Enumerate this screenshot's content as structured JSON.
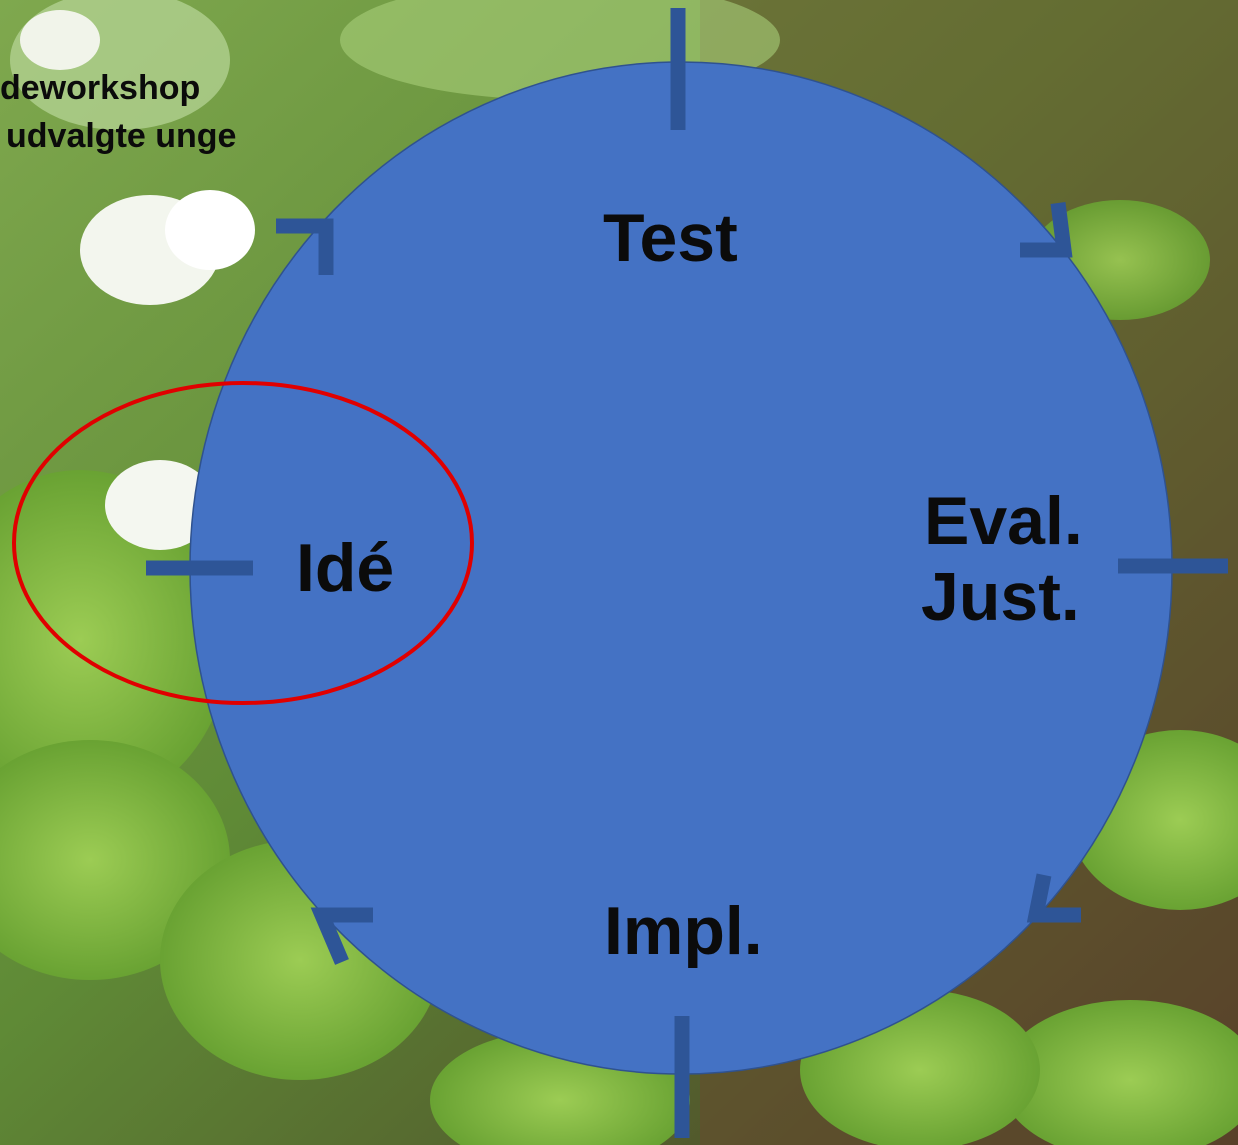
{
  "corner_note": {
    "line1": "deworkshop",
    "line2": "udvalgte unge"
  },
  "cycle": {
    "stages": {
      "test": "Test",
      "ide": "Idé",
      "eval_line1": "Eval.",
      "eval_line2": "Just.",
      "impl": "Impl."
    },
    "highlighted_stage": "ide"
  },
  "colors": {
    "circle_fill": "#4472c4",
    "tick_marks": "#2e5597",
    "highlight_ring": "#e00000",
    "text": "#0b0b0b"
  }
}
